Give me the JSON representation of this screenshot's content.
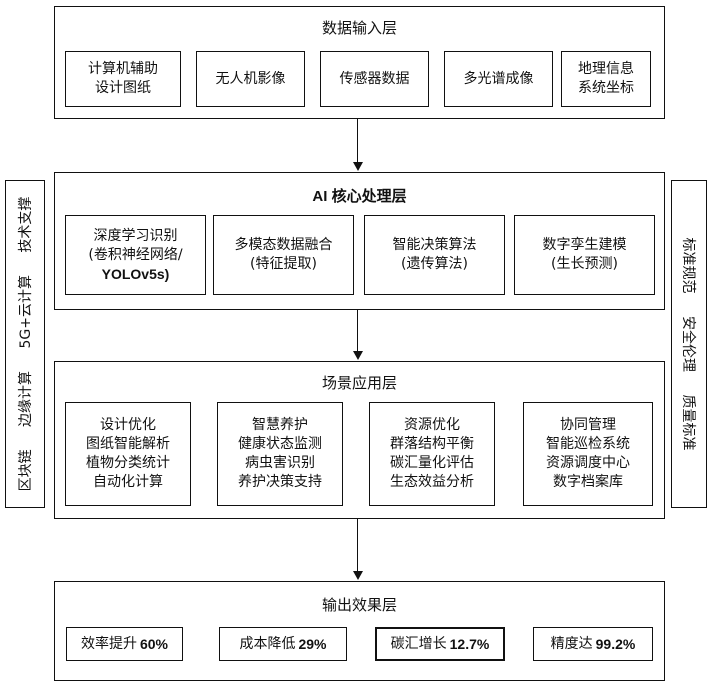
{
  "input_layer": {
    "title": "数据输入层",
    "items": [
      {
        "lines": [
          "计算机辅助",
          "设计图纸"
        ]
      },
      {
        "lines": [
          "无人机影像"
        ]
      },
      {
        "lines": [
          "传感器数据"
        ]
      },
      {
        "lines": [
          "多光谱成像"
        ]
      },
      {
        "lines": [
          "地理信息",
          "系统坐标"
        ]
      }
    ]
  },
  "ai_layer": {
    "title": "AI 核心处理层",
    "items": [
      {
        "lines": [
          "深度学习识别",
          "(卷积神经网络/",
          "YOLOv5s)"
        ]
      },
      {
        "lines": [
          "多模态数据融合",
          "(特征提取)"
        ]
      },
      {
        "lines": [
          "智能决策算法",
          "(遗传算法)"
        ]
      },
      {
        "lines": [
          "数字孪生建模",
          "(生长预测)"
        ]
      }
    ]
  },
  "app_layer": {
    "title": "场景应用层",
    "items": [
      {
        "lines": [
          "设计优化",
          "图纸智能解析",
          "植物分类统计",
          "自动化计算"
        ]
      },
      {
        "lines": [
          "智慧养护",
          "健康状态监测",
          "病虫害识别",
          "养护决策支持"
        ]
      },
      {
        "lines": [
          "资源优化",
          "群落结构平衡",
          "碳汇量化评估",
          "生态效益分析"
        ]
      },
      {
        "lines": [
          "协同管理",
          "智能巡检系统",
          "资源调度中心",
          "数字档案库"
        ]
      }
    ]
  },
  "output_layer": {
    "title": "输出效果层",
    "items": [
      {
        "label": "效率提升",
        "value": "60%"
      },
      {
        "label": "成本降低",
        "value": "29%"
      },
      {
        "label": "碳汇增长",
        "value": "12.7%"
      },
      {
        "label": "精度达",
        "value": "99.2%"
      }
    ]
  },
  "left_side": {
    "items": [
      "区块链",
      "边缘计算",
      "5G+云计算",
      "技术支撑"
    ]
  },
  "right_side": {
    "items": [
      "标准规范",
      "安全伦理",
      "质量标准"
    ]
  }
}
